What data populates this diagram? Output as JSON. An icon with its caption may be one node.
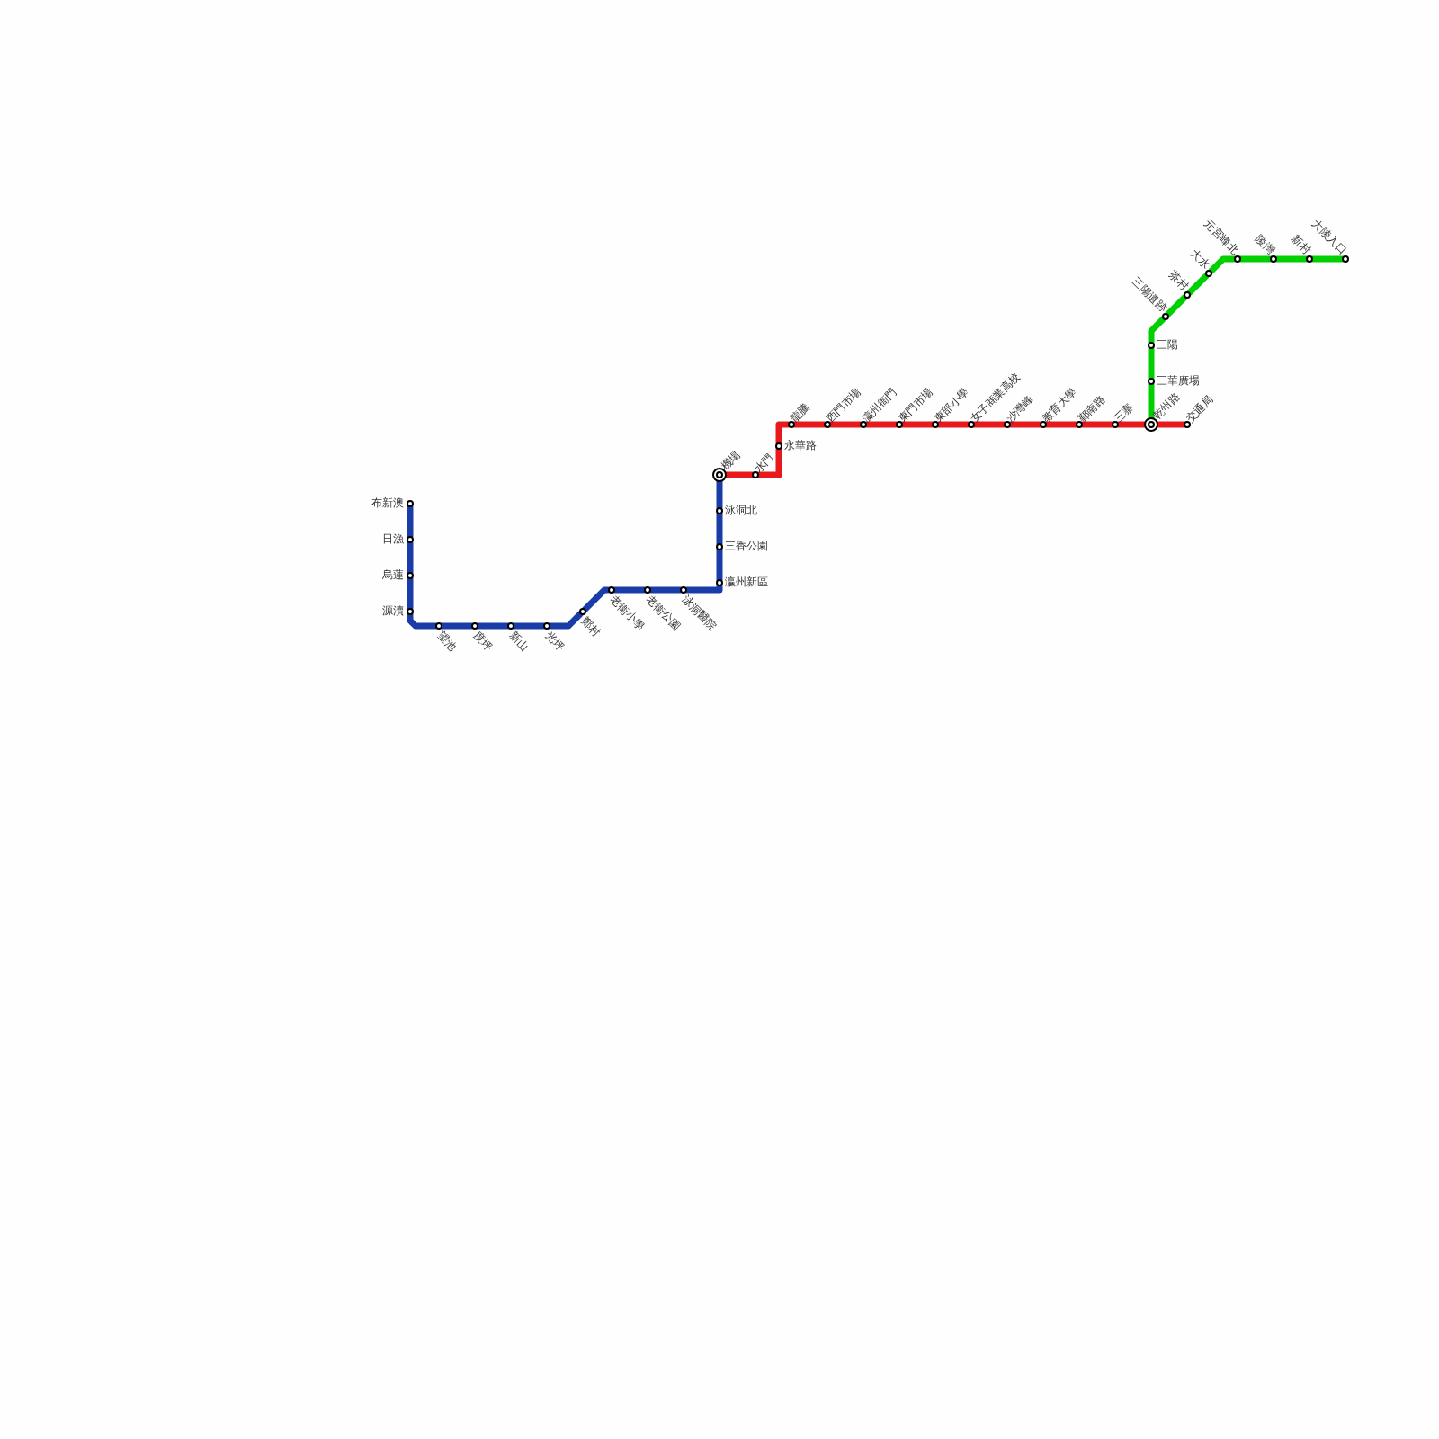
{
  "diagram": {
    "nodes": [
      {
        "text": [
          "布新澳"
        ]
      },
      {
        "text": [
          "日漁"
        ]
      },
      {
        "text": [
          "烏蓮"
        ]
      },
      {
        "text": [
          "源瀆"
        ]
      },
      {
        "text": [
          "望池"
        ]
      },
      {
        "text": [
          "度坪"
        ]
      },
      {
        "text": [
          "新山"
        ]
      },
      {
        "text": [
          "光坪"
        ]
      },
      {
        "text": [
          "鄭村"
        ]
      },
      {
        "text": [
          "老衛小學"
        ]
      },
      {
        "text": [
          "老衛公園"
        ]
      },
      {
        "text": [
          "泳洞醫院"
        ]
      },
      {
        "text": [
          "瀛州新區"
        ]
      },
      {
        "text": [
          "三香公園"
        ]
      },
      {
        "text": [
          "泳洞北"
        ]
      },
      {
        "text": [
          "機場"
        ]
      },
      {
        "text": [
          "水門"
        ]
      },
      {
        "text": [
          "永華路"
        ]
      },
      {
        "text": [
          "龍騰"
        ]
      },
      {
        "text": [
          "西門市場"
        ]
      },
      {
        "text": [
          "瀛州衙門"
        ]
      },
      {
        "text": [
          "東門市場"
        ]
      },
      {
        "text": [
          "東部小學"
        ]
      },
      {
        "text": [
          "女子商業高校"
        ]
      },
      {
        "text": [
          "沙灣峰"
        ]
      },
      {
        "text": [
          "教育大學"
        ]
      },
      {
        "text": [
          "鄞南路"
        ]
      },
      {
        "text": [
          "三寨"
        ]
      },
      {
        "text": [
          "乾州路"
        ]
      },
      {
        "text": [
          "交通局"
        ]
      },
      {
        "text": [
          "三華廣場"
        ]
      },
      {
        "text": [
          "三陽"
        ]
      },
      {
        "text": [
          "三陽遺跡"
        ]
      },
      {
        "text": [
          "茶村"
        ]
      },
      {
        "text": [
          "大水"
        ]
      },
      {
        "text": [
          "元宮峰北"
        ]
      },
      {
        "text": [
          "陵灣"
        ]
      },
      {
        "text": [
          "新村"
        ]
      },
      {
        "text": [
          "大陵入口"
        ]
      }
    ],
    "edges": [
      {
        "from": 0,
        "to": 1,
        "arrow": "none",
        "color": "#1a3ca8"
      },
      {
        "from": 1,
        "to": 2,
        "arrow": "none",
        "color": "#1a3ca8"
      },
      {
        "from": 2,
        "to": 3,
        "arrow": "none",
        "color": "#1a3ca8"
      },
      {
        "from": 3,
        "to": 4,
        "arrow": "none",
        "color": "#1a3ca8"
      },
      {
        "from": 4,
        "to": 5,
        "arrow": "none",
        "color": "#1a3ca8"
      },
      {
        "from": 5,
        "to": 6,
        "arrow": "none",
        "color": "#1a3ca8"
      },
      {
        "from": 6,
        "to": 7,
        "arrow": "none",
        "color": "#1a3ca8"
      },
      {
        "from": 7,
        "to": 8,
        "arrow": "none",
        "color": "#1a3ca8"
      },
      {
        "from": 8,
        "to": 9,
        "arrow": "none",
        "color": "#1a3ca8"
      },
      {
        "from": 9,
        "to": 10,
        "arrow": "none",
        "color": "#1a3ca8"
      },
      {
        "from": 10,
        "to": 11,
        "arrow": "none",
        "color": "#1a3ca8"
      },
      {
        "from": 11,
        "to": 12,
        "arrow": "none",
        "color": "#1a3ca8"
      },
      {
        "from": 12,
        "to": 13,
        "arrow": "none",
        "color": "#1a3ca8"
      },
      {
        "from": 13,
        "to": 14,
        "arrow": "none",
        "color": "#1a3ca8"
      },
      {
        "from": 14,
        "to": 15,
        "arrow": "none",
        "color": "#1a3ca8"
      },
      {
        "from": 15,
        "to": 16,
        "arrow": "none",
        "color": "#e8191b"
      },
      {
        "from": 16,
        "to": 17,
        "arrow": "none",
        "color": "#e8191b"
      },
      {
        "from": 17,
        "to": 18,
        "arrow": "none",
        "color": "#e8191b"
      },
      {
        "from": 18,
        "to": 19,
        "arrow": "none",
        "color": "#e8191b"
      },
      {
        "from": 19,
        "to": 20,
        "arrow": "none",
        "color": "#e8191b"
      },
      {
        "from": 20,
        "to": 21,
        "arrow": "none",
        "color": "#e8191b"
      },
      {
        "from": 21,
        "to": 22,
        "arrow": "none",
        "color": "#e8191b"
      },
      {
        "from": 22,
        "to": 23,
        "arrow": "none",
        "color": "#e8191b"
      },
      {
        "from": 23,
        "to": 24,
        "arrow": "none",
        "color": "#e8191b"
      },
      {
        "from": 24,
        "to": 25,
        "arrow": "none",
        "color": "#e8191b"
      },
      {
        "from": 25,
        "to": 26,
        "arrow": "none",
        "color": "#e8191b"
      },
      {
        "from": 26,
        "to": 27,
        "arrow": "none",
        "color": "#e8191b"
      },
      {
        "from": 27,
        "to": 28,
        "arrow": "none",
        "color": "#e8191b"
      },
      {
        "from": 28,
        "to": 29,
        "arrow": "none",
        "color": "#e8191b"
      },
      {
        "from": 28,
        "to": 30,
        "arrow": "none",
        "color": "#00d000"
      },
      {
        "from": 30,
        "to": 31,
        "arrow": "none",
        "color": "#00d000"
      },
      {
        "from": 31,
        "to": 32,
        "arrow": "none",
        "color": "#00d000"
      },
      {
        "from": 32,
        "to": 33,
        "arrow": "none",
        "color": "#00d000"
      },
      {
        "from": 33,
        "to": 34,
        "arrow": "none",
        "color": "#00d000"
      },
      {
        "from": 34,
        "to": 35,
        "arrow": "none",
        "color": "#00d000"
      },
      {
        "from": 35,
        "to": 36,
        "arrow": "none",
        "color": "#00d000"
      },
      {
        "from": 36,
        "to": 37,
        "arrow": "none",
        "color": "#00d000"
      },
      {
        "from": 37,
        "to": 38,
        "arrow": "none",
        "color": "#00d000"
      }
    ]
  }
}
